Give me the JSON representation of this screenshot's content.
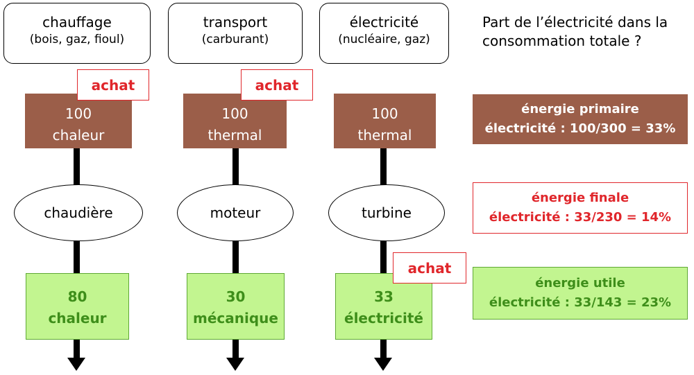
{
  "columns": [
    {
      "title": "chauffage",
      "subtitle": "(bois, gaz, fioul)",
      "primary_value": "100",
      "primary_label": "chaleur",
      "converter": "chaudière",
      "final_value": "80",
      "final_label": "chaleur"
    },
    {
      "title": "transport",
      "subtitle": "(carburant)",
      "primary_value": "100",
      "primary_label": "thermal",
      "converter": "moteur",
      "final_value": "30",
      "final_label": "mécanique"
    },
    {
      "title": "électricité",
      "subtitle": "(nucléaire, gaz)",
      "primary_value": "100",
      "primary_label": "thermal",
      "converter": "turbine",
      "final_value": "33",
      "final_label": "électricité"
    }
  ],
  "purchase_label": "achat",
  "question": {
    "line1": "Part de l’électricité dans la",
    "line2": "consommation totale ?"
  },
  "results": {
    "primary": {
      "title": "énergie primaire",
      "value": "électricité : 100/300 = 33%"
    },
    "final": {
      "title": "énergie finale",
      "value": "électricité : 33/230 = 14%"
    },
    "useful": {
      "title": "énergie utile",
      "value": "électricité : 33/143 = 23%"
    }
  },
  "colors": {
    "brown": "#9b5e49",
    "green_fill": "#c2f590",
    "green_text": "#3e8e1a",
    "red": "#e0262b"
  }
}
